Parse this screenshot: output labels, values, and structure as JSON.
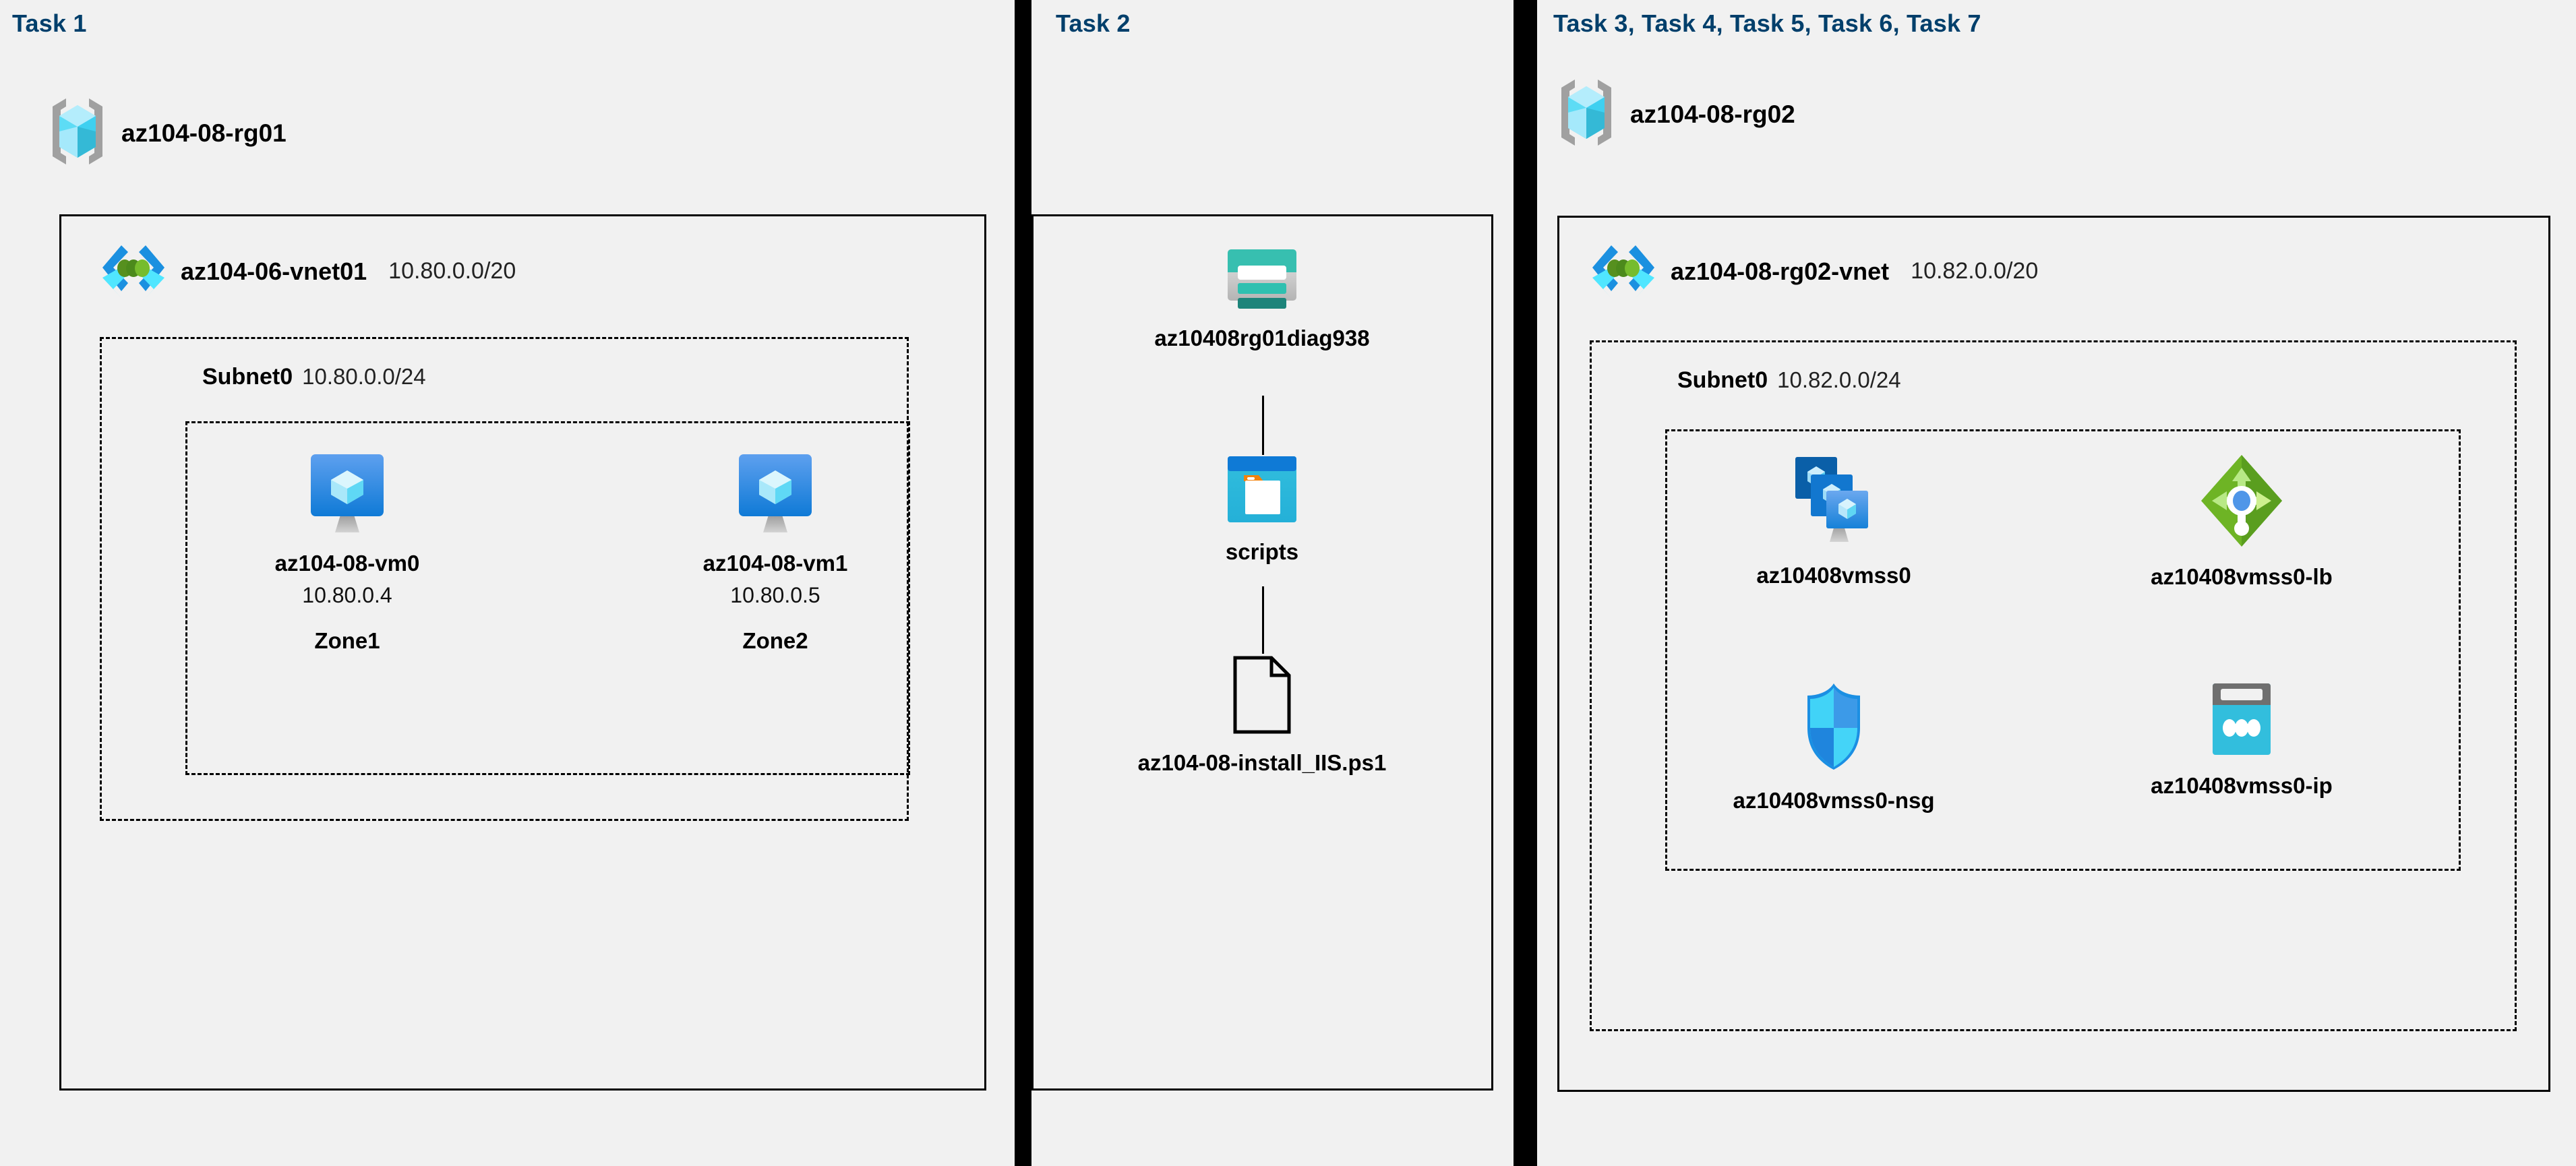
{
  "panels": [
    {
      "title": "Task 1",
      "resource_group": {
        "name": "az104-08-rg01",
        "icon": "resource-group-icon"
      },
      "vnet": {
        "name": "az104-06-vnet01",
        "cidr": "10.80.0.0/20",
        "icon": "virtual-network-icon"
      },
      "subnet": {
        "name": "Subnet0",
        "cidr": "10.80.0.0/24"
      },
      "vms": [
        {
          "name": "az104-08-vm0",
          "ip": "10.80.0.4",
          "zone": "Zone1",
          "icon": "virtual-machine-icon"
        },
        {
          "name": "az104-08-vm1",
          "ip": "10.80.0.5",
          "zone": "Zone2",
          "icon": "virtual-machine-icon"
        }
      ]
    },
    {
      "title": "Task 2",
      "items": [
        {
          "name": "az10408rg01diag938",
          "icon": "storage-account-icon"
        },
        {
          "name": "scripts",
          "icon": "blob-container-icon"
        },
        {
          "name": "az104-08-install_IIS.ps1",
          "icon": "script-file-icon"
        }
      ]
    },
    {
      "title": "Task 3, Task 4, Task 5, Task 6, Task 7",
      "resource_group": {
        "name": "az104-08-rg02",
        "icon": "resource-group-icon"
      },
      "vnet": {
        "name": "az104-08-rg02-vnet",
        "cidr": "10.82.0.0/20",
        "icon": "virtual-network-icon"
      },
      "subnet": {
        "name": "Subnet0",
        "cidr": "10.82.0.0/24"
      },
      "resources": [
        {
          "name": "az10408vmss0",
          "icon": "vm-scale-set-icon"
        },
        {
          "name": "az10408vmss0-lb",
          "icon": "load-balancer-icon"
        },
        {
          "name": "az10408vmss0-nsg",
          "icon": "network-security-group-icon"
        },
        {
          "name": "az10408vmss0-ip",
          "icon": "public-ip-address-icon"
        }
      ]
    }
  ],
  "colors": {
    "title_blue": "#003f6b",
    "background": "#f1f1f1",
    "divider": "#000000",
    "azure_blue": "#0078d4",
    "cyan": "#32bedd",
    "teal": "#37bfb0",
    "green": "#6eb425"
  }
}
